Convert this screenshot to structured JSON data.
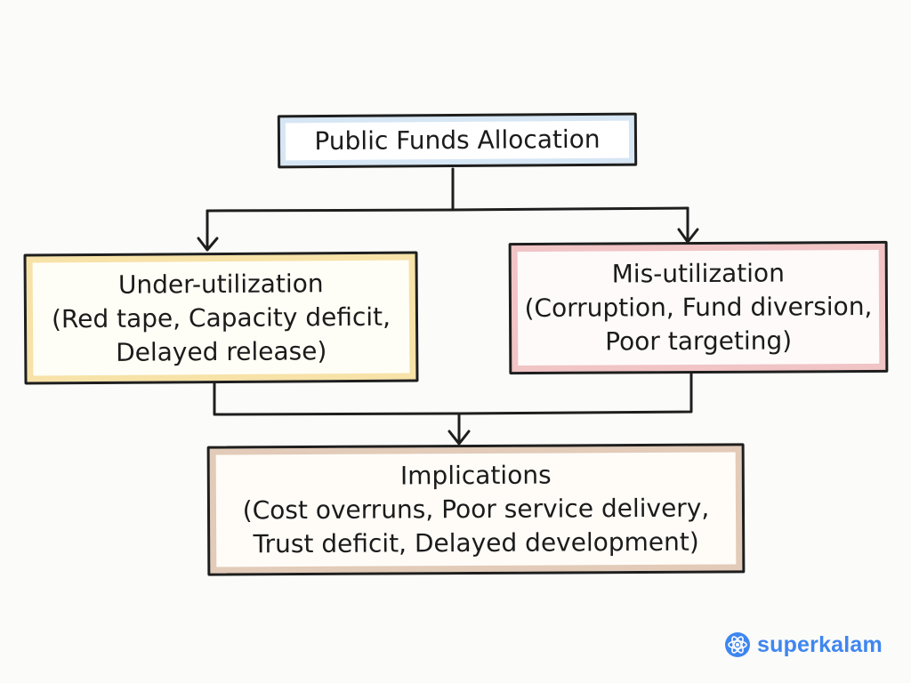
{
  "diagram": {
    "root": {
      "label": "Public Funds Allocation"
    },
    "left_node": {
      "title": "Under-utilization",
      "line2": "(Red tape, Capacity deficit,",
      "line3": "Delayed release)"
    },
    "right_node": {
      "title": "Mis-utilization",
      "line2": "(Corruption, Fund diversion,",
      "line3": "Poor targeting)"
    },
    "bottom_node": {
      "title": "Implications",
      "line2": "(Cost overruns, Poor service delivery,",
      "line3": "Trust deficit, Delayed development)"
    }
  },
  "brand": {
    "name": "superkalam",
    "icon": "atom-icon",
    "color": "#3f86f0"
  }
}
